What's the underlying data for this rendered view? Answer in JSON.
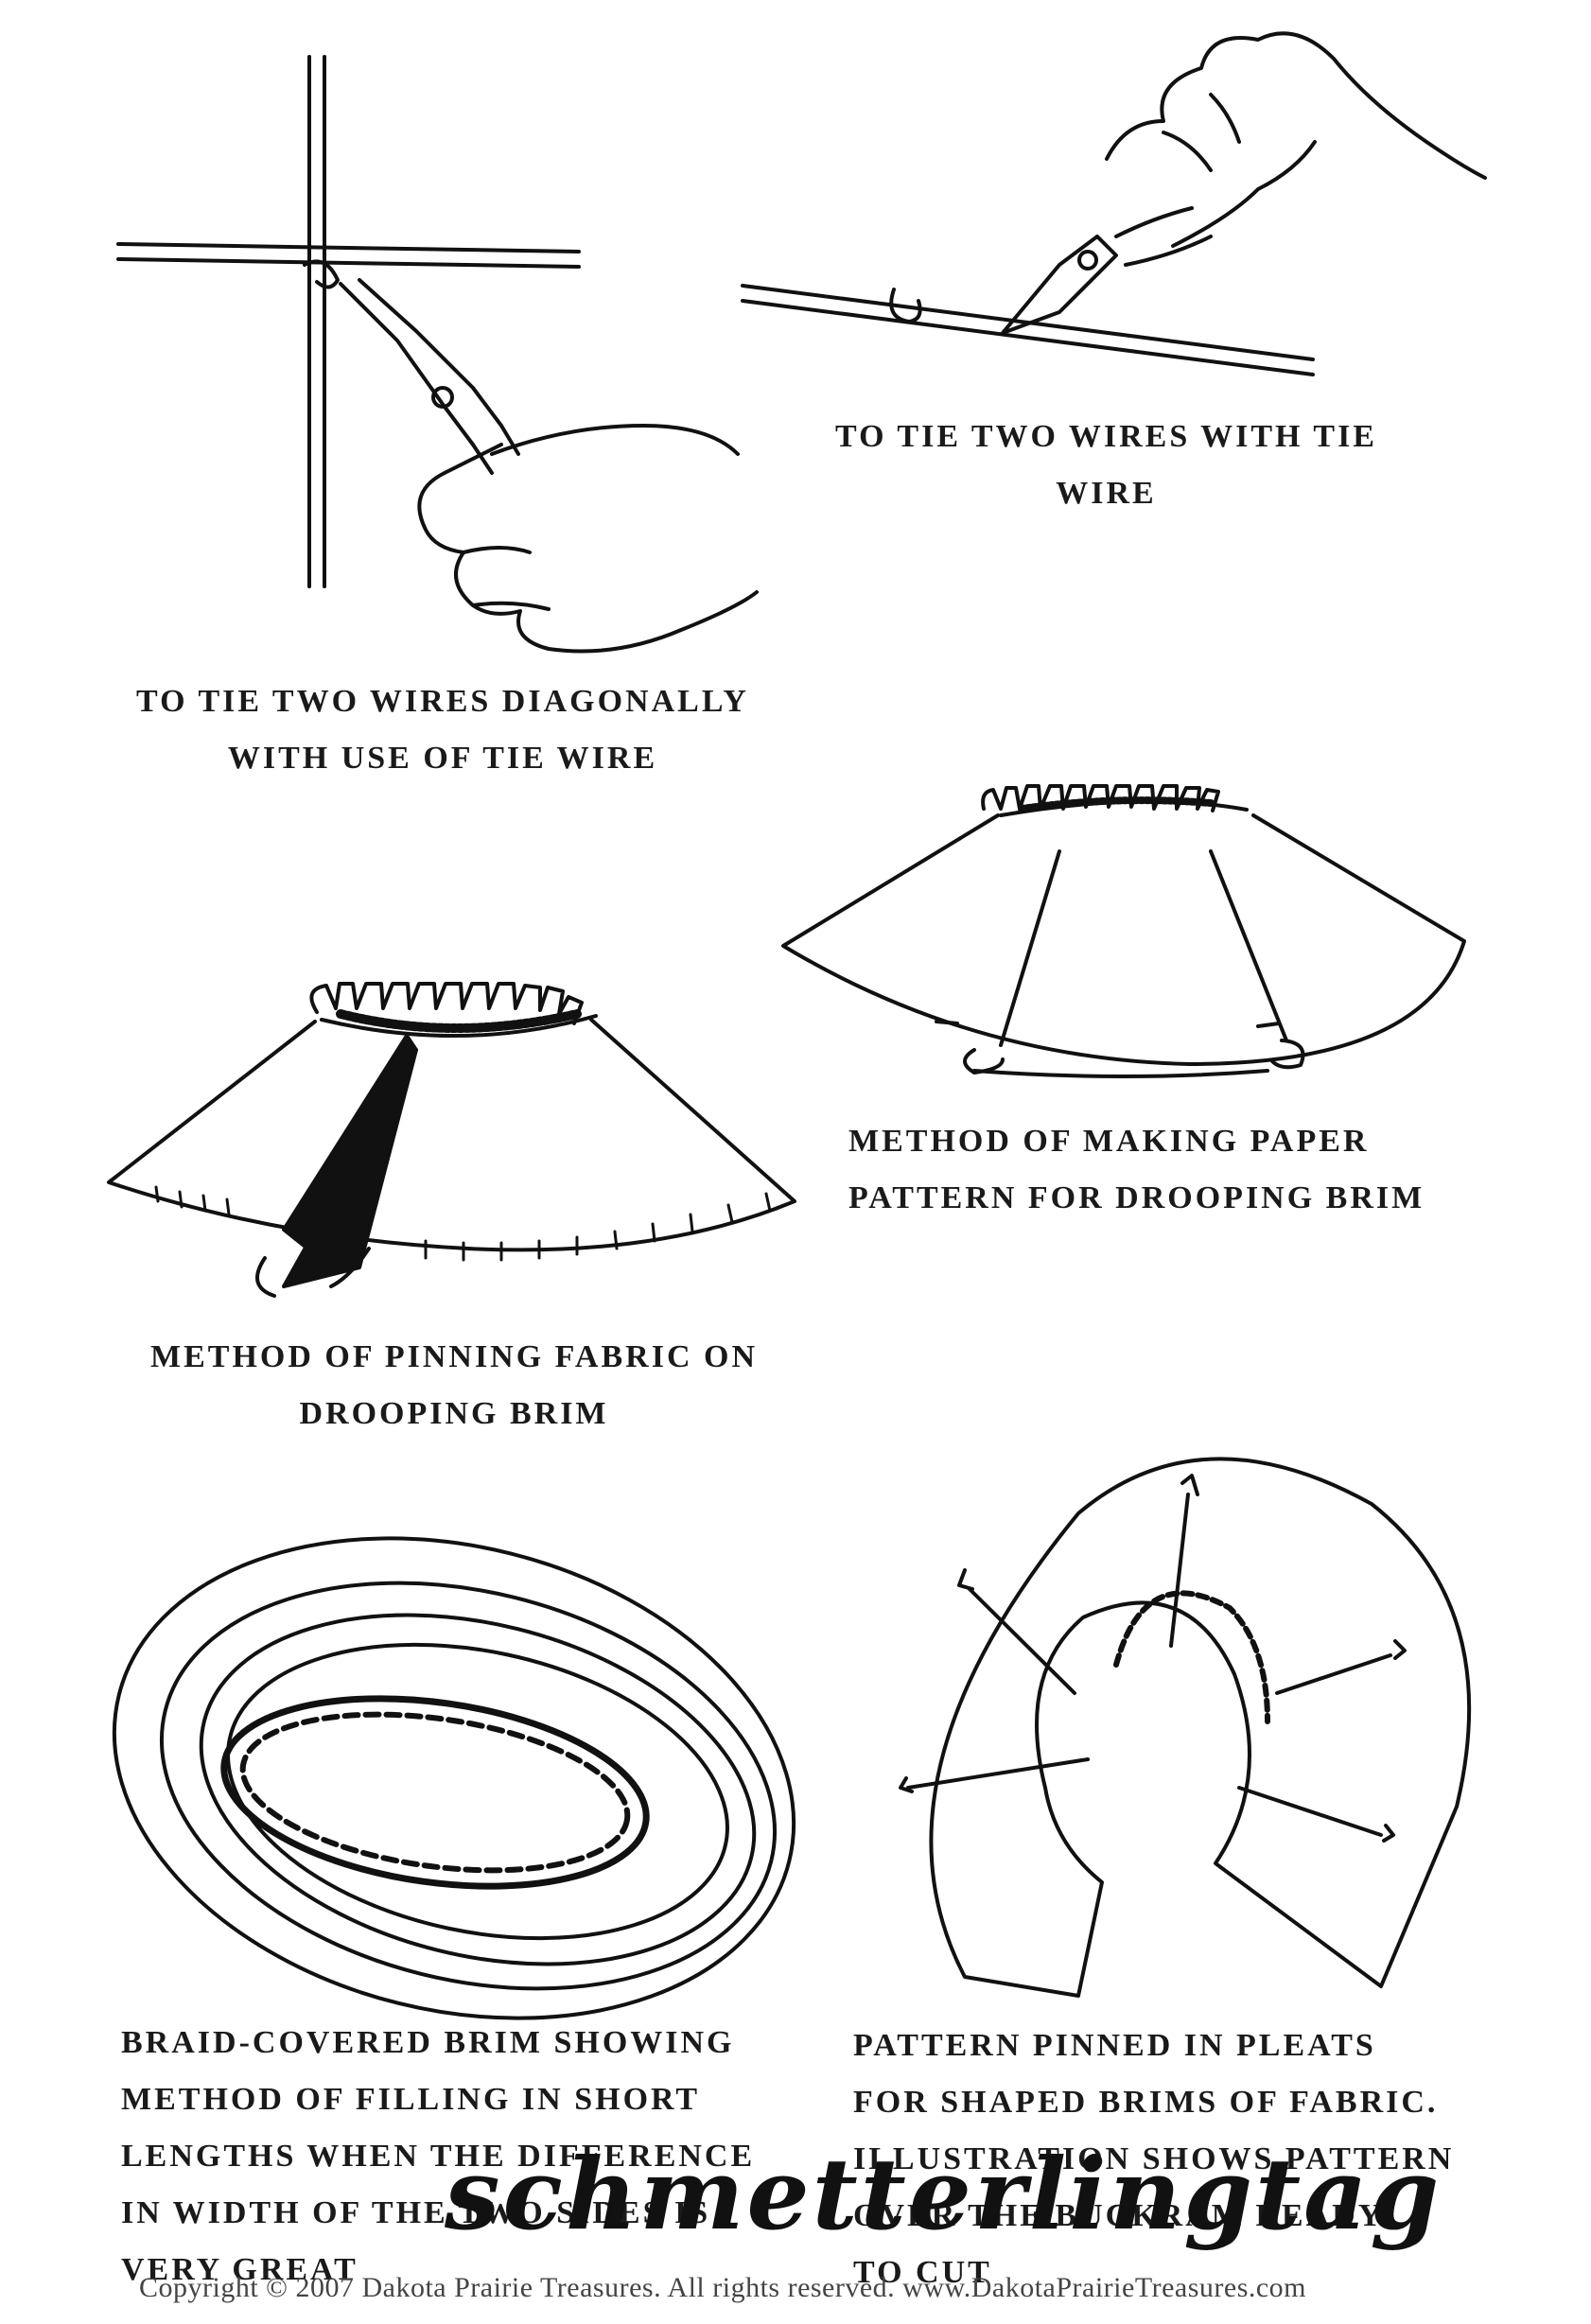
{
  "captions": {
    "tie_diagonal": [
      "TO TIE TWO WIRES DIAGONALLY",
      "WITH USE OF TIE WIRE"
    ],
    "tie_two": [
      "TO TIE TWO WIRES WITH TIE",
      "WIRE"
    ],
    "paper_pattern": [
      "METHOD OF MAKING PAPER",
      "PATTERN FOR DROOPING BRIM"
    ],
    "pinning_fabric": [
      "METHOD OF PINNING FABRIC ON",
      "DROOPING BRIM"
    ],
    "braid_brim": [
      "BRAID-COVERED BRIM SHOWING",
      "METHOD OF FILLING IN SHORT",
      "LENGTHS WHEN THE DIFFERENCE",
      "IN WIDTH OF THE TWO SIDES IS",
      "VERY GREAT"
    ],
    "pleats": [
      "PATTERN PINNED IN PLEATS",
      "FOR SHAPED BRIMS OF FABRIC.",
      "ILLUSTRATION SHOWS PATTERN",
      "OVER THE BUCKRAM READY",
      "TO CUT"
    ]
  },
  "watermark": "schmetterlingtag",
  "copyright": "Copyright © 2007 Dakota Prairie Treasures. All rights reserved. www.DakotaPrairieTreasures.com"
}
